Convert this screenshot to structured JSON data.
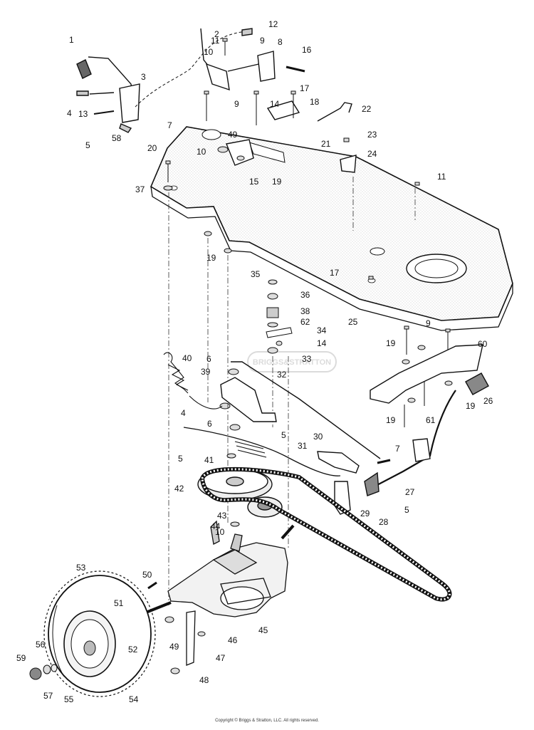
{
  "diagram": {
    "callouts": [
      "1",
      "2",
      "3",
      "4",
      "5",
      "6",
      "7",
      "8",
      "9",
      "10",
      "11",
      "12",
      "13",
      "14",
      "15",
      "16",
      "17",
      "18",
      "19",
      "20",
      "21",
      "22",
      "23",
      "24",
      "25",
      "26",
      "27",
      "28",
      "29",
      "30",
      "31",
      "32",
      "33",
      "34",
      "35",
      "36",
      "37",
      "38",
      "39",
      "40",
      "41",
      "42",
      "43",
      "44",
      "45",
      "46",
      "47",
      "48",
      "49",
      "50",
      "51",
      "52",
      "53",
      "54",
      "55",
      "56",
      "57",
      "58",
      "59",
      "60",
      "61",
      "62"
    ],
    "watermark": "BRIGGS&STRATTON"
  },
  "footer": {
    "copyright": "Copyright © Briggs & Stratton, LLC. All rights reserved."
  }
}
